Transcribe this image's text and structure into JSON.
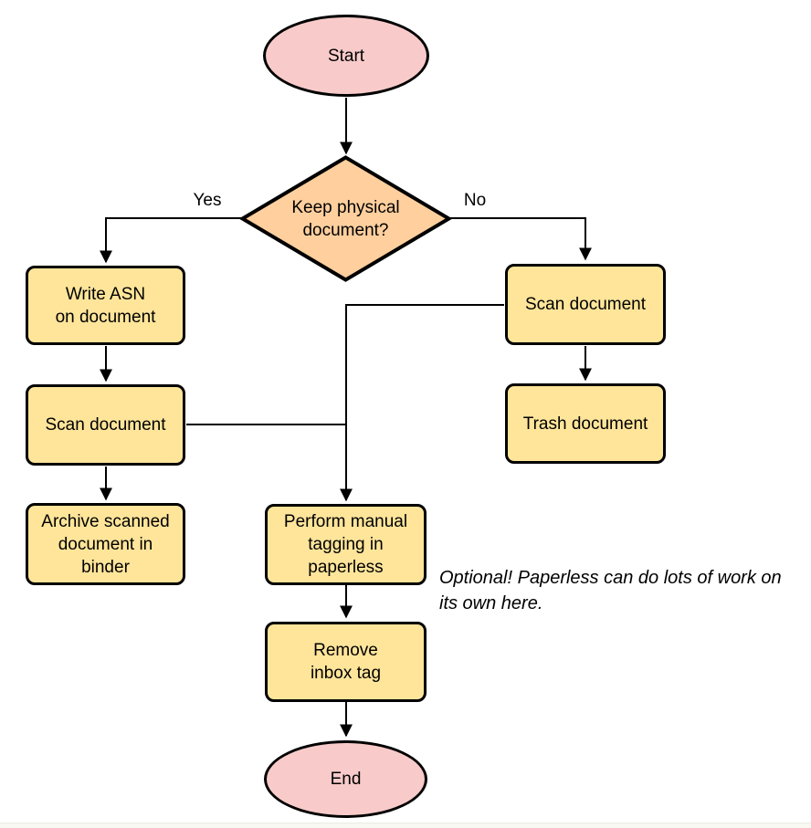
{
  "colors": {
    "canvas": "#ffffff",
    "terminal-fill": "#f8cbca",
    "decision-fill": "#ffcf9e",
    "process-fill": "#ffe59a",
    "stroke": "#000000",
    "text": "#000000"
  },
  "nodes": {
    "start": {
      "type": "terminal",
      "label": "Start"
    },
    "decision": {
      "type": "decision",
      "label": "Keep physical\ndocument?"
    },
    "write-asn": {
      "type": "process",
      "label": "Write ASN\non document"
    },
    "scan-left": {
      "type": "process",
      "label": "Scan document"
    },
    "archive": {
      "type": "process",
      "label": "Archive scanned\ndocument in\nbinder"
    },
    "scan-right": {
      "type": "process",
      "label": "Scan document"
    },
    "trash": {
      "type": "process",
      "label": "Trash document"
    },
    "tagging": {
      "type": "process",
      "label": "Perform manual\ntagging in\npaperless"
    },
    "remove-inbox": {
      "type": "process",
      "label": "Remove\ninbox tag"
    },
    "end": {
      "type": "terminal",
      "label": "End"
    }
  },
  "edge_labels": {
    "yes": "Yes",
    "no": "No"
  },
  "annotation": {
    "note": "Optional! Paperless can do lots of work on\nits own here."
  }
}
